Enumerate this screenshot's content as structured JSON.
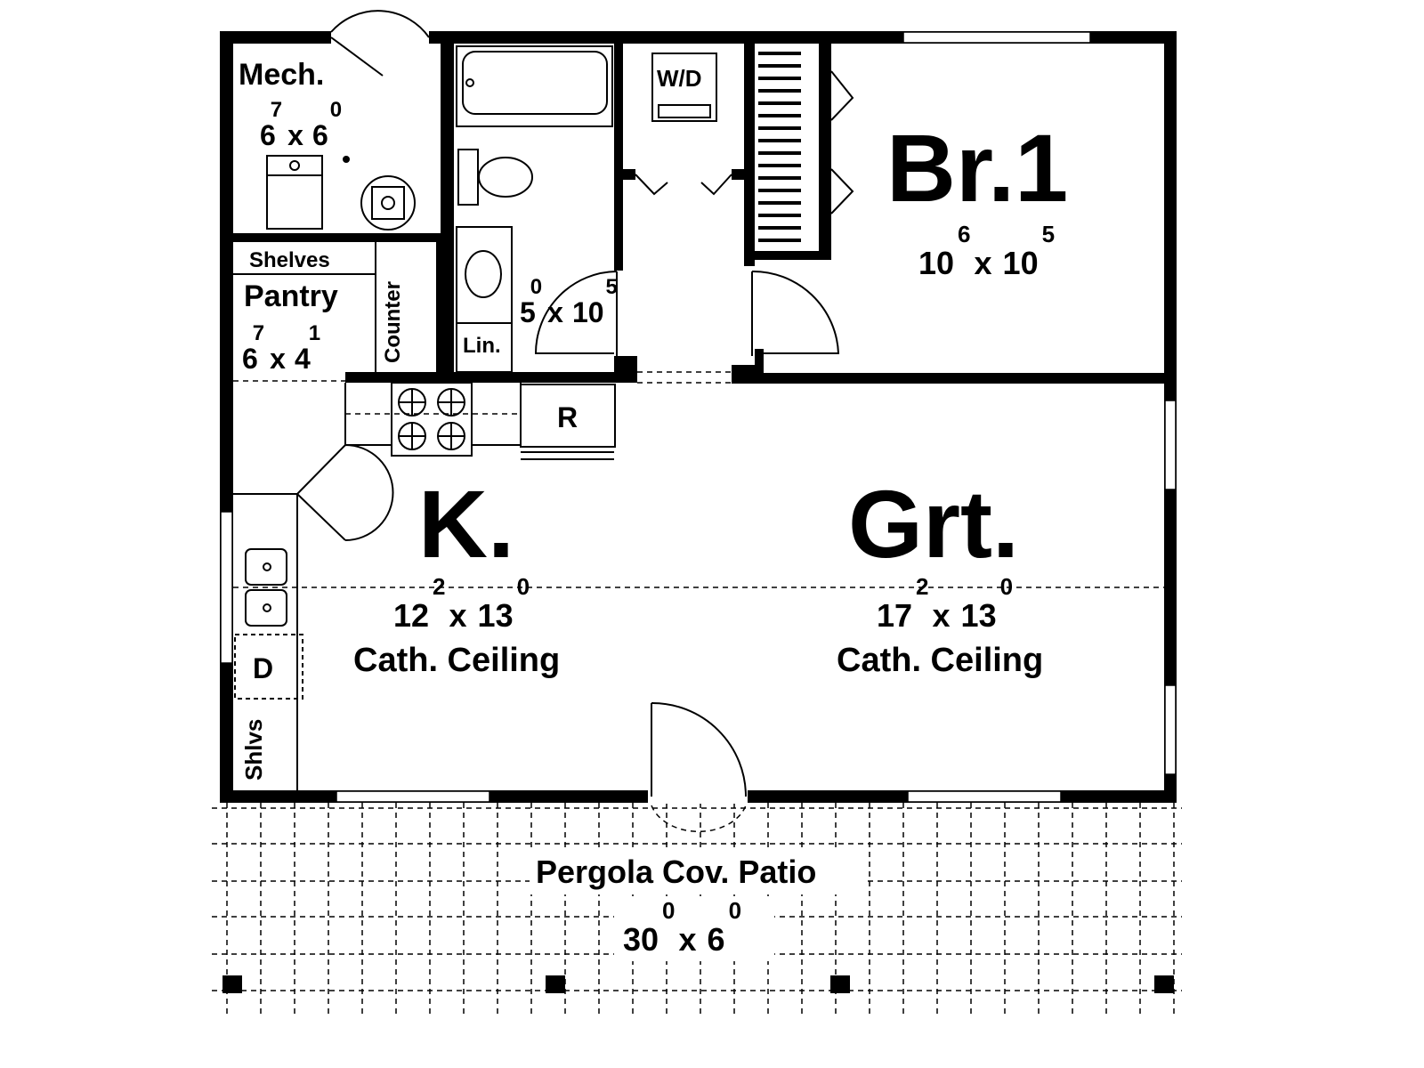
{
  "rooms": {
    "mech": {
      "name": "Mech.",
      "w": "6",
      "w_in": "7",
      "sep": "x",
      "h": "6",
      "h_in": "0"
    },
    "pantry": {
      "name": "Pantry",
      "w": "6",
      "w_in": "7",
      "sep": "x",
      "h": "4",
      "h_in": "1"
    },
    "bath": {
      "w": "5",
      "w_in": "0",
      "sep": "x",
      "h": "10",
      "h_in": "5"
    },
    "br1": {
      "name": "Br.1",
      "w": "10",
      "w_in": "6",
      "sep": "x",
      "h": "10",
      "h_in": "5"
    },
    "kitchen": {
      "name": "K.",
      "w": "12",
      "w_in": "2",
      "sep": "x",
      "h": "13",
      "h_in": "0",
      "note": "Cath. Ceiling"
    },
    "great": {
      "name": "Grt.",
      "w": "17",
      "w_in": "2",
      "sep": "x",
      "h": "13",
      "h_in": "0",
      "note": "Cath. Ceiling"
    },
    "patio": {
      "name": "Pergola Cov. Patio",
      "w": "30",
      "w_in": "0",
      "sep": "x",
      "h": "6",
      "h_in": "0"
    }
  },
  "labels": {
    "shelves": "Shelves",
    "counter": "Counter",
    "linen": "Lin.",
    "washer_dryer": "W/D",
    "refrigerator": "R",
    "dishwasher": "D",
    "shelves_short": "Shlvs"
  }
}
